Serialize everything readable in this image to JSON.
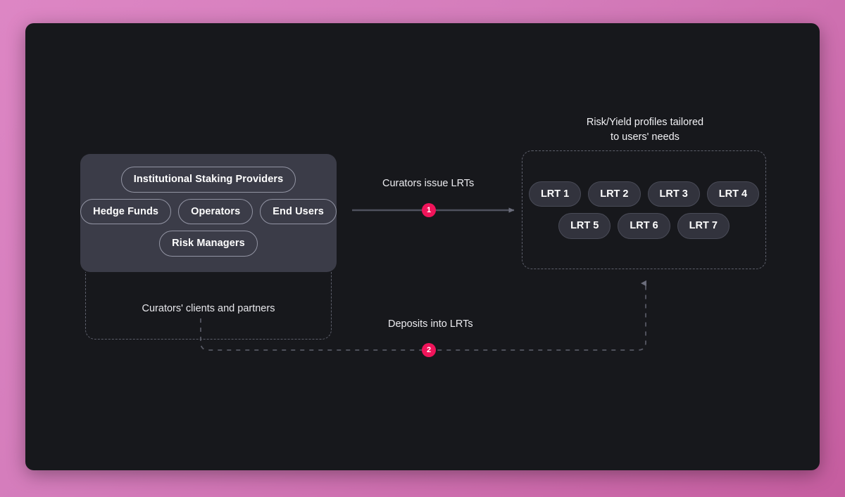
{
  "canvas": {
    "background_color": "#17181c",
    "page_background_color": "#d47cbb",
    "accent_color": "#f0145a"
  },
  "left_group": {
    "card_name": "curators-clients-card",
    "actor_rows": [
      {
        "pills": [
          "Institutional Staking Providers"
        ]
      },
      {
        "pills": [
          "Hedge Funds",
          "Operators",
          "End Users"
        ]
      },
      {
        "pills": [
          "Risk Managers"
        ]
      }
    ],
    "caption": "Curators' clients and partners"
  },
  "right_group": {
    "heading_line1": "Risk/Yield profiles tailored",
    "heading_line2": "to users' needs",
    "lrt_rows": [
      {
        "pills": [
          "LRT 1",
          "LRT 2",
          "LRT 3",
          "LRT 4"
        ]
      },
      {
        "pills": [
          "LRT 5",
          "LRT 6",
          "LRT 7"
        ]
      }
    ]
  },
  "connections": [
    {
      "id": "issue",
      "label": "Curators issue LRTs",
      "step": "1",
      "style": "solid",
      "direction": "left-to-right"
    },
    {
      "id": "deposit",
      "label": "Deposits into LRTs",
      "step": "2",
      "style": "dashed",
      "direction": "bottom-loop-up"
    }
  ]
}
